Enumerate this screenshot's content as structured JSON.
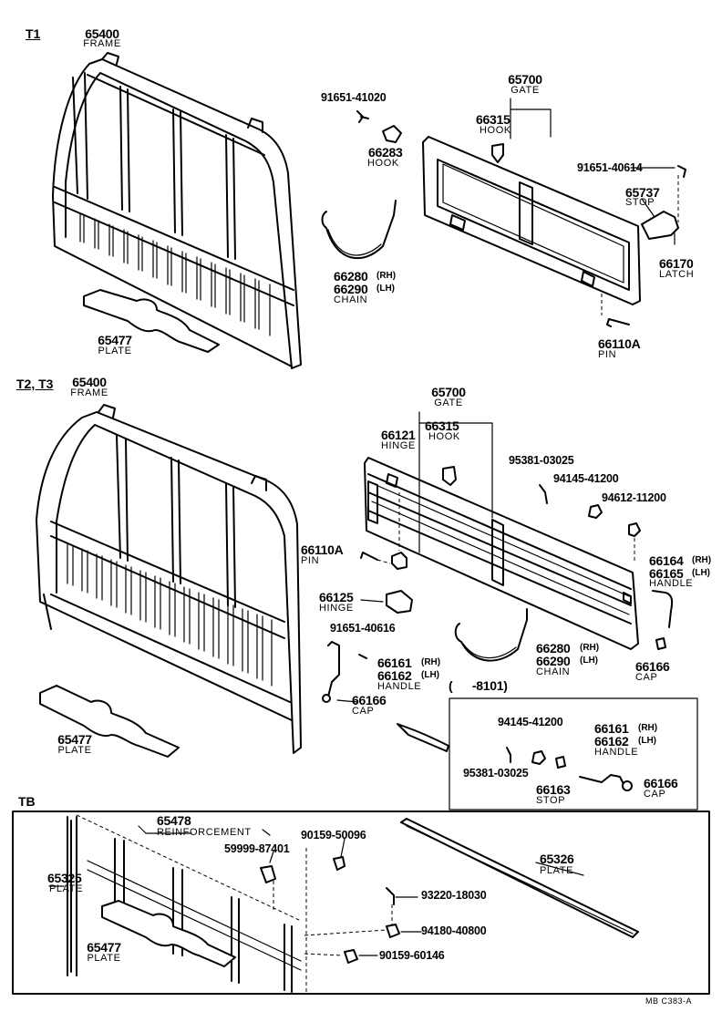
{
  "sections": {
    "t1": "T1",
    "t2t3": "T2, T3",
    "tb": "TB"
  },
  "t1": {
    "frame": {
      "num": "65400",
      "name": "FRAME"
    },
    "plate": {
      "num": "65477",
      "name": "PLATE"
    },
    "bolt": {
      "num": "91651-41020"
    },
    "hook": {
      "num": "66283",
      "name": "HOOK"
    },
    "chain": {
      "num_rh": "66280",
      "sfx_rh": "(RH)",
      "num_lh": "66290",
      "sfx_lh": "(LH)",
      "name": "CHAIN"
    },
    "gate": {
      "num": "65700",
      "name": "GATE"
    },
    "gate_hook": {
      "num": "66315",
      "name": "HOOK"
    },
    "bolt2": {
      "num": "91651-40614"
    },
    "stop": {
      "num": "65737",
      "name": "STOP"
    },
    "latch": {
      "num": "66170",
      "name": "LATCH"
    },
    "pin": {
      "num": "66110A",
      "name": "PIN"
    }
  },
  "t2": {
    "frame": {
      "num": "65400",
      "name": "FRAME"
    },
    "gate": {
      "num": "65700",
      "name": "GATE"
    },
    "hinge1": {
      "num": "66121",
      "name": "HINGE"
    },
    "hook": {
      "num": "66315",
      "name": "HOOK"
    },
    "pin95": {
      "num": "95381-03025"
    },
    "w94": {
      "num": "94145-41200"
    },
    "nut94": {
      "num": "94612-11200"
    },
    "pin": {
      "num": "66110A",
      "name": "PIN"
    },
    "handle_r": {
      "num_rh": "66164",
      "sfx_rh": "(RH)",
      "num_lh": "66165",
      "sfx_lh": "(LH)",
      "name": "HANDLE"
    },
    "hinge2": {
      "num": "66125",
      "name": "HINGE"
    },
    "bolt": {
      "num": "91651-40616"
    },
    "handle_l": {
      "num_rh": "66161",
      "sfx_rh": "(RH)",
      "num_lh": "66162",
      "sfx_lh": "(LH)",
      "name": "HANDLE"
    },
    "cap_l": {
      "num": "66166",
      "name": "CAP"
    },
    "chain": {
      "num_rh": "66280",
      "sfx_rh": "(RH)",
      "num_lh": "66290",
      "sfx_lh": "(LH)",
      "name": "CHAIN"
    },
    "cap_r": {
      "num": "66166",
      "name": "CAP"
    },
    "plate": {
      "num": "65477",
      "name": "PLATE"
    },
    "range": "(      -8101)",
    "inset": {
      "w94": {
        "num": "94145-41200"
      },
      "handle": {
        "num_rh": "66161",
        "sfx_rh": "(RH)",
        "num_lh": "66162",
        "sfx_lh": "(LH)",
        "name": "HANDLE"
      },
      "pin95": {
        "num": "95381-03025"
      },
      "stop": {
        "num": "66163",
        "name": "STOP"
      },
      "cap": {
        "num": "66166",
        "name": "CAP"
      }
    }
  },
  "tb": {
    "reinf": {
      "num": "65478",
      "name": "REINFORCEMENT"
    },
    "p59999": {
      "num": "59999-87401"
    },
    "b90159a": {
      "num": "90159-50096"
    },
    "plate25": {
      "num": "65325",
      "name": "PLATE"
    },
    "plate26": {
      "num": "65326",
      "name": "PLATE"
    },
    "s93220": {
      "num": "93220-18030"
    },
    "n94180": {
      "num": "94180-40800"
    },
    "b90159b": {
      "num": "90159-60146"
    },
    "plate77": {
      "num": "65477",
      "name": "PLATE"
    }
  },
  "footer_code": "MB  C383-A"
}
